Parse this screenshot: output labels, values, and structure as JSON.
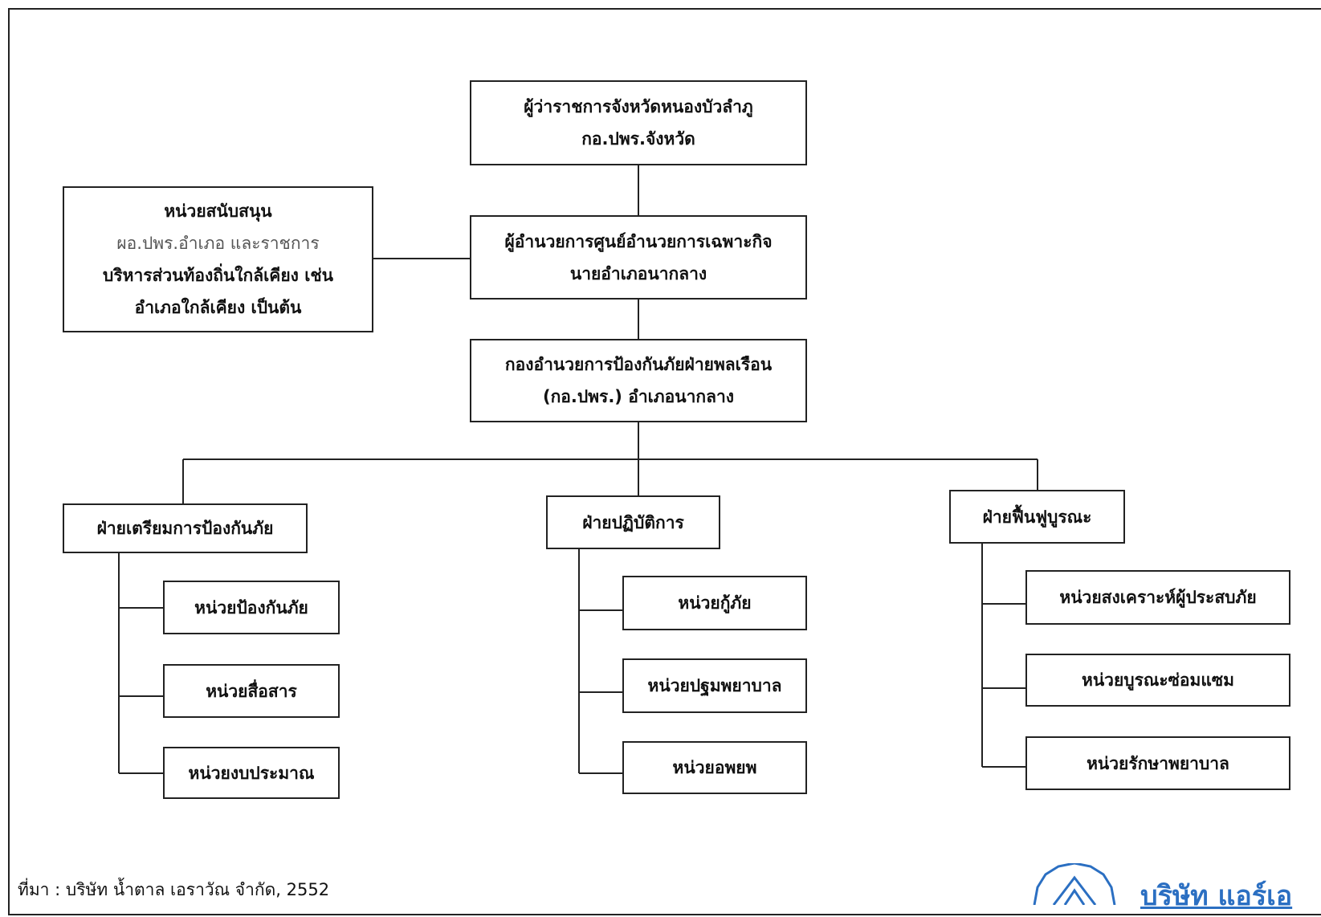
{
  "chart": {
    "top": {
      "line1": "ผู้ว่าราชการจังหวัดหนองบัวลำภู",
      "line2": "กอ.ปพร.จังหวัด"
    },
    "director": {
      "line1": "ผู้อำนวยการศูนย์อำนวยการเฉพาะกิจ",
      "line2": "นายอำเภอนากลาง"
    },
    "command": {
      "line1": "กองอำนวยการป้องกันภัยฝ่ายพลเรือน",
      "line2": "(กอ.ปพร.) อำเภอนากลาง"
    },
    "support": {
      "title": "หน่วยสนับสนุน",
      "line1": "ผอ.ปพร.อำเภอ และราชการ",
      "line2": "บริหารส่วนท้องถิ่นใกล้เคียง เช่น",
      "line3": "อำเภอใกล้เคียง เป็นต้น"
    },
    "divisions": [
      {
        "label": "ฝ่ายเตรียมการป้องกันภัย",
        "units": [
          "หน่วยป้องกันภัย",
          "หน่วยสื่อสาร",
          "หน่วยงบประมาณ"
        ]
      },
      {
        "label": "ฝ่ายปฏิบัติการ",
        "units": [
          "หน่วยกู้ภัย",
          "หน่วยปฐมพยาบาล",
          "หน่วยอพยพ"
        ]
      },
      {
        "label": "ฝ่ายฟื้นฟูบูรณะ",
        "units": [
          "หน่วยสงเคราะห์ผู้ประสบภัย",
          "หน่วยบูรณะซ่อมแซม",
          "หน่วยรักษาพยาบาล"
        ]
      }
    ]
  },
  "source": "ที่มา : บริษัท น้ำตาล เอราวัณ จำกัด, 2552",
  "logo": {
    "text": "บริษัท แอร์เอ",
    "color": "#2b6fc2"
  }
}
